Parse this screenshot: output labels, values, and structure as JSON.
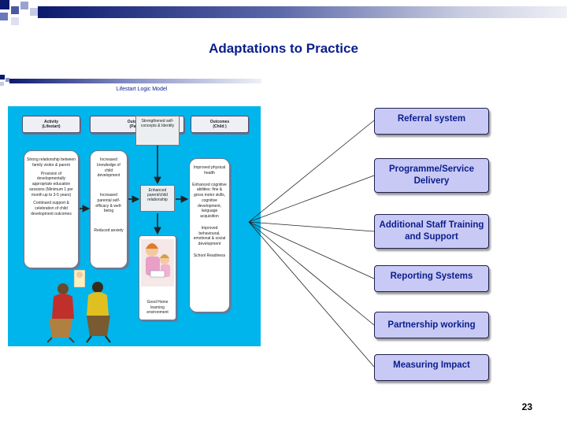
{
  "slide": {
    "title": "Adaptations to Practice",
    "page_number": "23"
  },
  "logic_model": {
    "title": "Lifestart Logic Model",
    "headers": {
      "activity": [
        "Activity",
        "(Lifestart)"
      ],
      "outcomes_parent": [
        "Outcomes",
        "(Parent)"
      ],
      "outcomes_child": [
        "Outcomes",
        "(Child )"
      ]
    },
    "activity_box": [
      "Strong relationship between family visitor & parent",
      "Provision of developmentally appropriate education sessions (Minimum 1 per month up to 3-5 years)",
      "Continued support & celebration of child development outcomes"
    ],
    "parent_box": [
      "Increased knowledge of child development",
      "Increased parental self-efficacy & well-being",
      "Reduced anxiety"
    ],
    "self_concept_box": "Strengthened self-concepts & Identity",
    "enhanced_box": "Enhanced parent/child relationship",
    "home_box": "Good Home learning environment",
    "child_box": [
      "Improved physical health",
      "Enhanced cognitive abilities: fine & gross motor skills, cognitive development, language acquisition",
      "Improved behavioural, emotional & social development",
      "School Readiness"
    ]
  },
  "adaptations": [
    "Referral system",
    "Programme/Service Delivery",
    "Additional Staff Training and Support",
    "Reporting Systems",
    "Partnership working",
    "Measuring Impact"
  ],
  "colors": {
    "title": "#0a1e8c",
    "box_fill": "#c9c9f5",
    "model_background": "#00b4ec"
  }
}
